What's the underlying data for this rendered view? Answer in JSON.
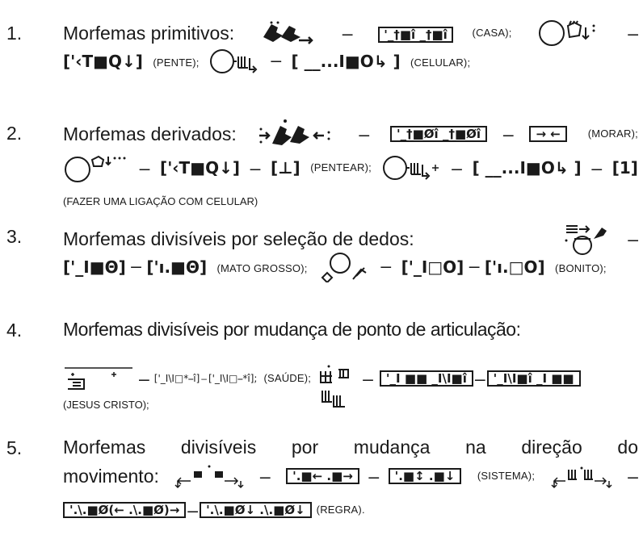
{
  "items": [
    {
      "number": "1.",
      "intro": "Morfemas primitivos:",
      "line1_notations": {
        "casa_top": "'_†■î",
        "casa_bottom": "_†■î"
      },
      "gloss_casa": "(CASA);",
      "line2_notation_pente": "['‹T■Q↓]",
      "gloss_pente": "(PENTE);",
      "line2_notation_celular": "[ __...I■O↳ ]",
      "gloss_celular": "(CELULAR);",
      "dash": "–"
    },
    {
      "number": "2.",
      "intro": "Morfemas derivados:",
      "morar_a_top": "'_†■Øî",
      "morar_a_bottom": "_†■Øî",
      "morar_b_top": "→",
      "morar_b_bottom": "←",
      "gloss_morar": "(MORAR);",
      "penteear_a": "['‹T■Q↓]",
      "penteear_b": "[⊥]",
      "gloss_pentear": "(PENTEAR);",
      "lig_a": "[ __...I■O↳ ]",
      "lig_b": "[1]",
      "gloss_ligacao": "(FAZER UMA LIGAÇÃO COM CELULAR)",
      "dash": "–"
    },
    {
      "number": "3.",
      "intro": "Morfemas divisíveis por seleção de dedos:",
      "mato_a": "['_I■Θ]",
      "mato_b": "['ı.■Θ]",
      "gloss_mato": "(MATO GROSSO);",
      "bonito_a": "['_I□O]",
      "bonito_b": "['ı.□O]",
      "gloss_bonito": "(BONITO);",
      "dash": "–"
    },
    {
      "number": "4.",
      "intro": "Morfemas divisíveis por mudança de ponto de articulação:",
      "saude_a": "['_I\\I□*⎯î]",
      "saude_b": "['_I\\I□⎯*î];",
      "gloss_saude": "(SAÚDE);",
      "jesus_a_top": "'_I  ■■",
      "jesus_a_bottom": "_I\\I■î",
      "jesus_b_top": "'_I\\I■î",
      "jesus_b_bottom": "_I  ■■",
      "gloss_jesus": "(JESUS CRISTO);",
      "dash": "–"
    },
    {
      "number": "5.",
      "intro_words": [
        "Morfemas",
        "divisíveis",
        "por",
        "mudança",
        "na",
        "direção",
        "do"
      ],
      "intro_line2": "movimento:",
      "sistema_a_top": "'.■←",
      "sistema_a_bottom": ".■→",
      "sistema_b_top": "'.■↕",
      "sistema_b_bottom": ".■↓",
      "gloss_sistema": "(SISTEMA);",
      "regra_a_top": "'.\\.■Ø(←",
      "regra_a_bottom": ".\\.■Ø)→",
      "regra_b_top": "'.\\.■Ø↓",
      "regra_b_bottom": ".\\.■Ø↓",
      "gloss_regra": "(REGRA).",
      "dash": "–"
    }
  ]
}
